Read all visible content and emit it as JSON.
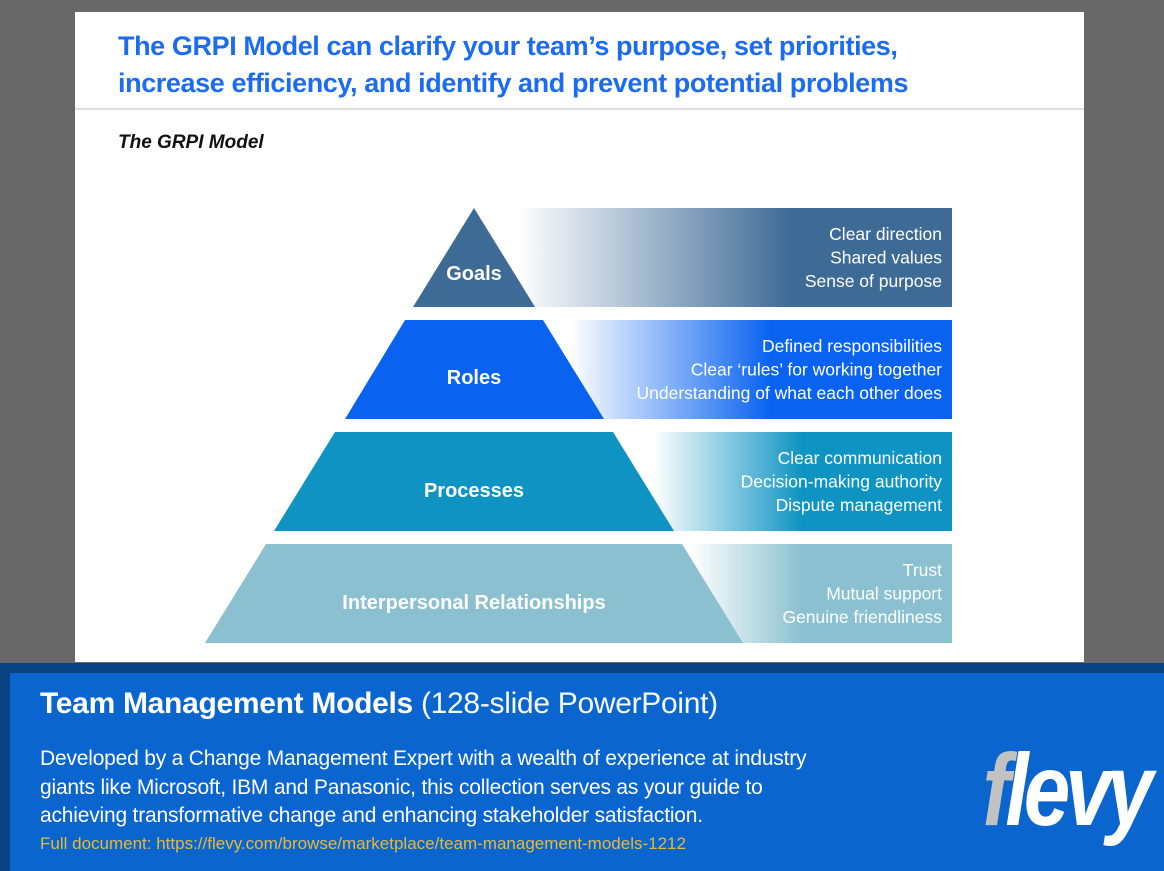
{
  "slide": {
    "title": "The GRPI Model can clarify your team’s purpose, set priorities, increase efficiency, and identify and prevent potential problems",
    "subtitle": "The GRPI Model"
  },
  "pyramid": {
    "rows": [
      {
        "label": "Goals",
        "color": "#3e6a96",
        "points": [
          "Clear direction",
          "Shared values",
          "Sense of purpose"
        ]
      },
      {
        "label": "Roles",
        "color": "#0a63f0",
        "points": [
          "Defined responsibilities",
          "Clear ‘rules’ for working together",
          "Understanding of what each other does"
        ]
      },
      {
        "label": "Processes",
        "color": "#0e93c2",
        "points": [
          "Clear communication",
          "Decision-making authority",
          "Dispute management"
        ]
      },
      {
        "label": "Interpersonal Relationships",
        "color": "#8ac0cf",
        "points": [
          "Trust",
          "Mutual support",
          "Genuine friendliness"
        ]
      }
    ]
  },
  "banner": {
    "title": "Team Management Models",
    "title_suffix": " (128-slide PowerPoint)",
    "description": "Developed by a Change Management Expert with a wealth of experience at industry giants like Microsoft, IBM and Panasonic, this collection serves as your guide to achieving transformative change and enhancing stakeholder satisfaction.",
    "link": "Full document: https://flevy.com/browse/marketplace/team-management-models-1212",
    "logo_f": "f",
    "logo_rest": "levy"
  },
  "colors": {
    "backdrop_gray": "#686868",
    "slide_title_blue": "#1b6cf3",
    "banner_navy": "#094183",
    "banner_blue": "#0a65ce",
    "link_yellow": "#e8b93a",
    "logo_f_gray": "#c2c2c2"
  }
}
